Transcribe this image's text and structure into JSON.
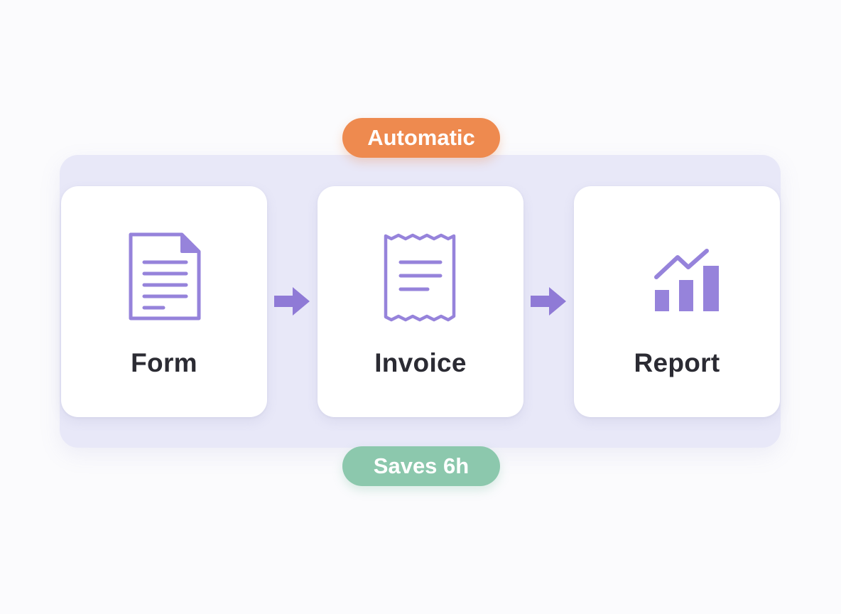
{
  "badges": {
    "top": "Automatic",
    "bottom": "Saves 6h"
  },
  "steps": [
    {
      "label": "Form",
      "icon": "document-icon"
    },
    {
      "label": "Invoice",
      "icon": "receipt-icon"
    },
    {
      "label": "Report",
      "icon": "bar-chart-icon"
    }
  ],
  "colors": {
    "accent": "#8f7ad6",
    "top_badge": "#ee8a4f",
    "bottom_badge": "#8cc8ad",
    "track": "#e8e8f8",
    "label_text": "#2b2b33"
  }
}
